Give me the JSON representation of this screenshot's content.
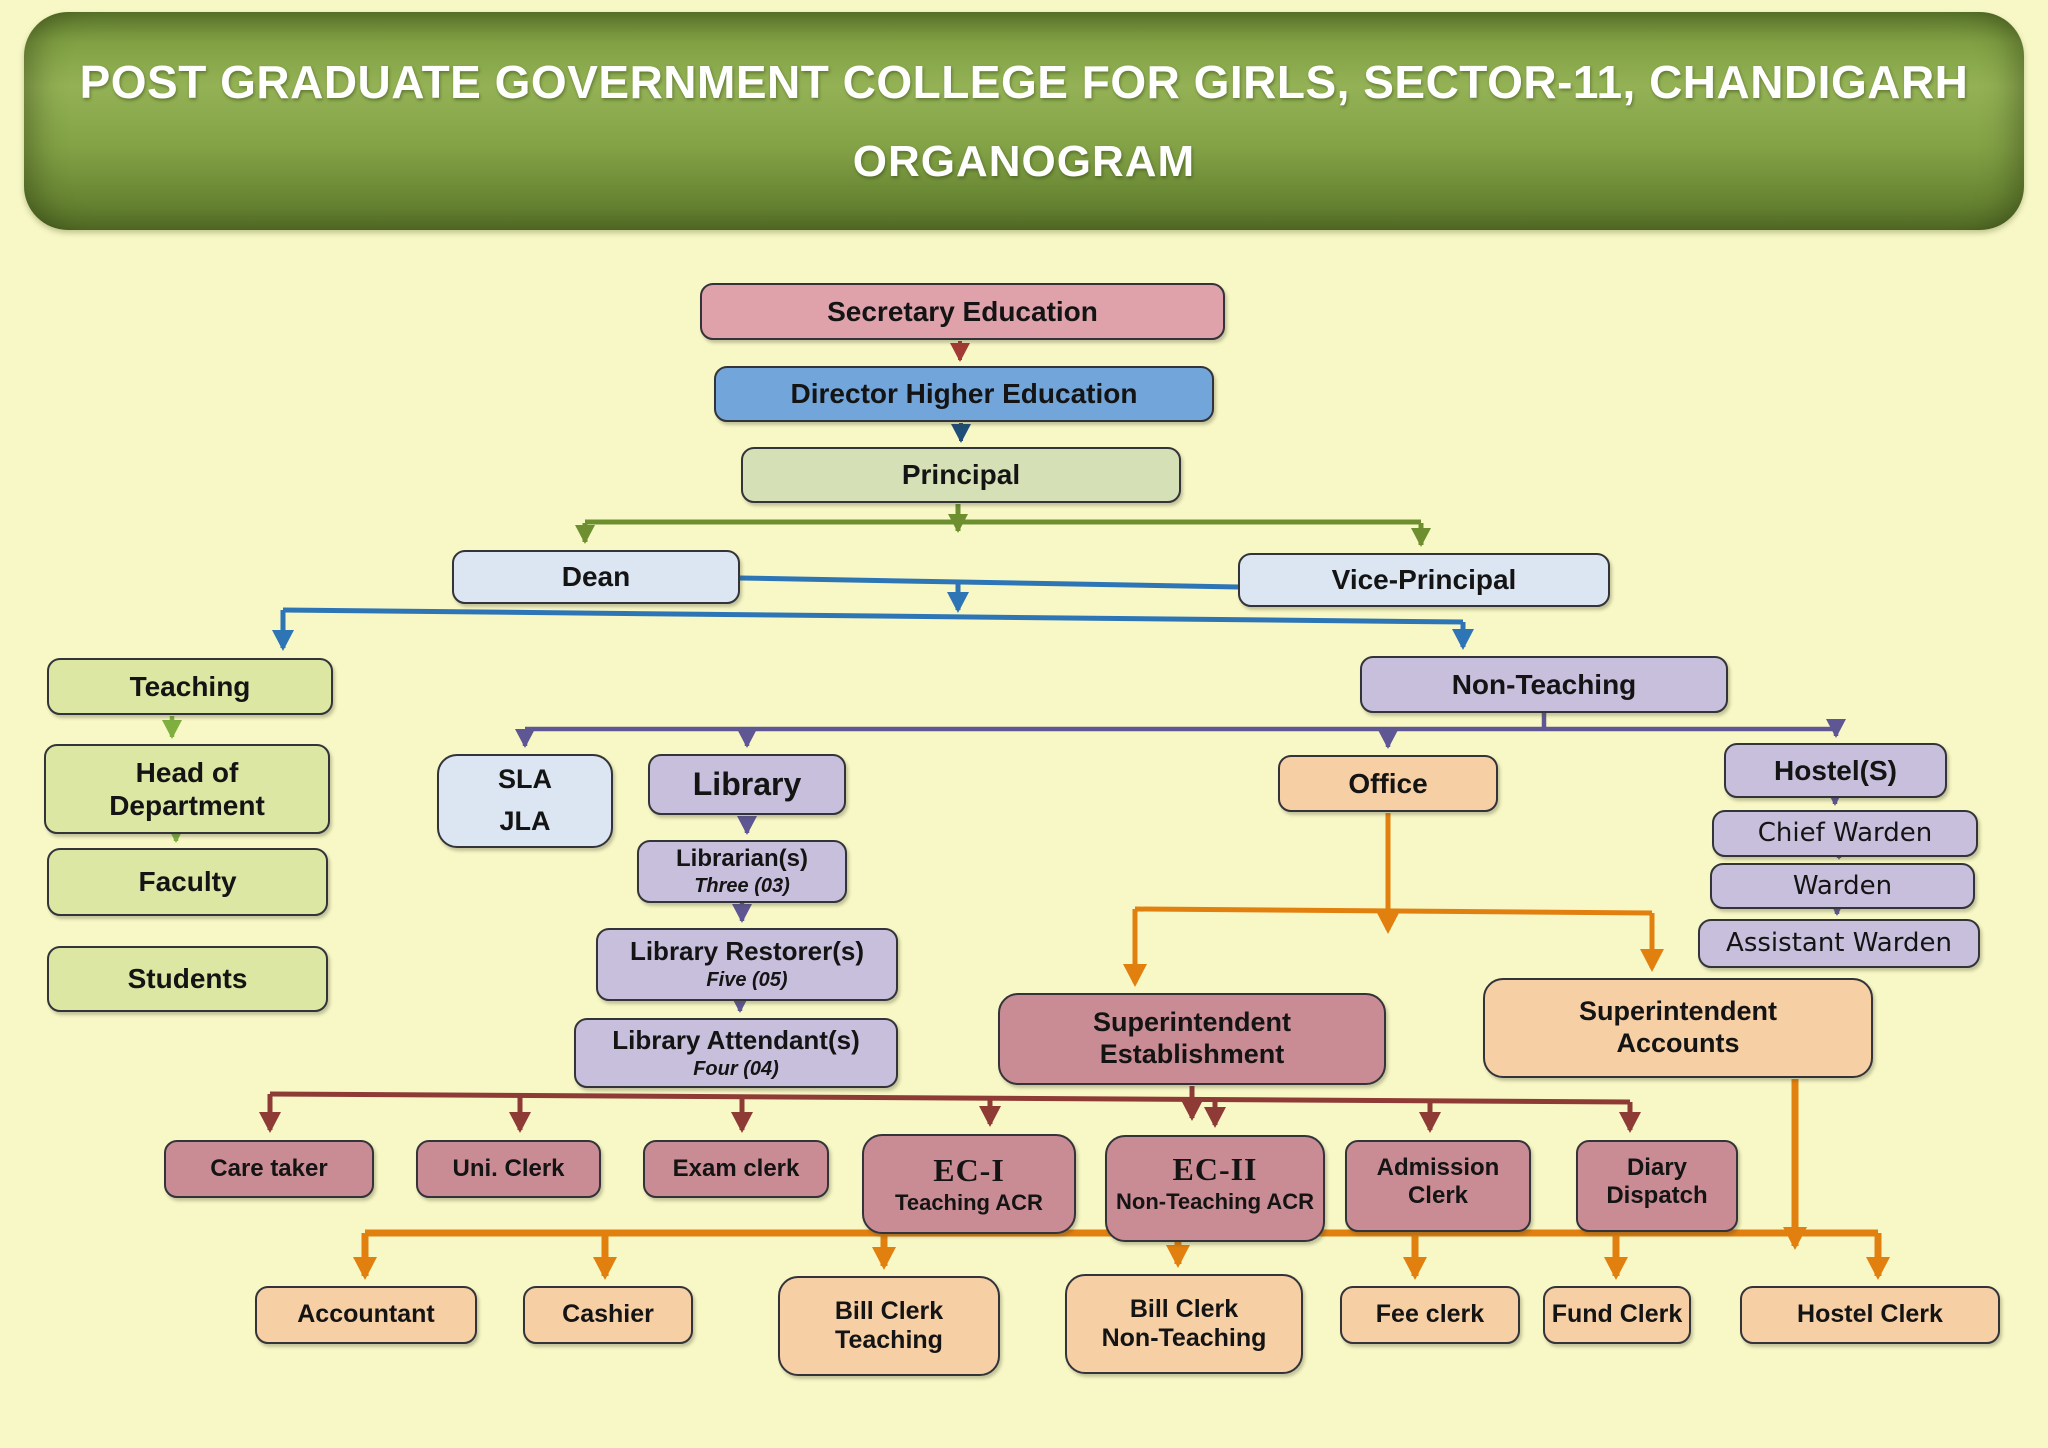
{
  "banner": {
    "line1": "POST GRADUATE GOVERNMENT COLLEGE FOR GIRLS, SECTOR-11, CHANDIGARH",
    "line2": "ORGANOGRAM"
  },
  "nodes": {
    "secretary": {
      "label": "Secretary Education"
    },
    "director": {
      "label": "Director Higher Education"
    },
    "principal": {
      "label": "Principal"
    },
    "dean": {
      "label": "Dean"
    },
    "vice_principal": {
      "label": "Vice-Principal"
    },
    "teaching": {
      "label": "Teaching"
    },
    "head_of_department": {
      "line1": "Head of",
      "line2": "Department"
    },
    "faculty": {
      "label": "Faculty"
    },
    "students": {
      "label": "Students"
    },
    "non_teaching": {
      "label": "Non-Teaching"
    },
    "sla_jla": {
      "line1": "SLA",
      "line2": "JLA"
    },
    "library": {
      "label": "Library"
    },
    "librarians": {
      "title": "Librarian(s)",
      "count": "Three (03)"
    },
    "library_restorers": {
      "title": "Library Restorer(s)",
      "count": "Five (05)"
    },
    "library_attendants": {
      "title": "Library Attendant(s)",
      "count": "Four (04)"
    },
    "office": {
      "label": "Office"
    },
    "hostels": {
      "label": "Hostel(S)"
    },
    "chief_warden": {
      "label": "Chief Warden"
    },
    "warden": {
      "label": "Warden"
    },
    "assistant_warden": {
      "label": "Assistant Warden"
    },
    "supt_establishment": {
      "line1": "Superintendent",
      "line2": "Establishment"
    },
    "supt_accounts": {
      "line1": "Superintendent",
      "line2": "Accounts"
    },
    "care_taker": {
      "label": "Care taker"
    },
    "uni_clerk": {
      "label": "Uni. Clerk"
    },
    "exam_clerk": {
      "label": "Exam clerk"
    },
    "ec1": {
      "title": "EC-I",
      "sub": "Teaching ACR"
    },
    "ec2": {
      "title": "EC-II",
      "sub": "Non-Teaching ACR"
    },
    "admission_clerk": {
      "label": "Admission Clerk"
    },
    "diary_dispatch": {
      "label": "Diary Dispatch"
    },
    "accountant": {
      "label": "Accountant"
    },
    "cashier": {
      "label": "Cashier"
    },
    "bill_clerk_teaching": {
      "line1": "Bill Clerk",
      "line2": "Teaching"
    },
    "bill_clerk_non_teaching": {
      "line1": "Bill Clerk",
      "line2": "Non-Teaching"
    },
    "fee_clerk": {
      "label": "Fee clerk"
    },
    "fund_clerk": {
      "label": "Fund Clerk"
    },
    "hostel_clerk": {
      "label": "Hostel Clerk"
    }
  },
  "colors": {
    "background": "#f8f8c6",
    "banner_green": "#7e9c40",
    "box_pink": "#dfa2ab",
    "box_blue": "#72a5da",
    "box_sage": "#d6e0b6",
    "box_pale_blue": "#dce6f2",
    "box_lime": "#dbe7a2",
    "box_lavender": "#c8bfdc",
    "box_peach": "#f6cfa5",
    "box_rose": "#ca8c94",
    "arrow_red": "#a23b35",
    "arrow_navy": "#1f4e79",
    "arrow_olive": "#6e8f30",
    "arrow_green": "#7fb03f",
    "arrow_blue": "#2e75b6",
    "arrow_purple": "#5e5794",
    "arrow_orange": "#e2800f",
    "arrow_maroon": "#8e3b36"
  }
}
